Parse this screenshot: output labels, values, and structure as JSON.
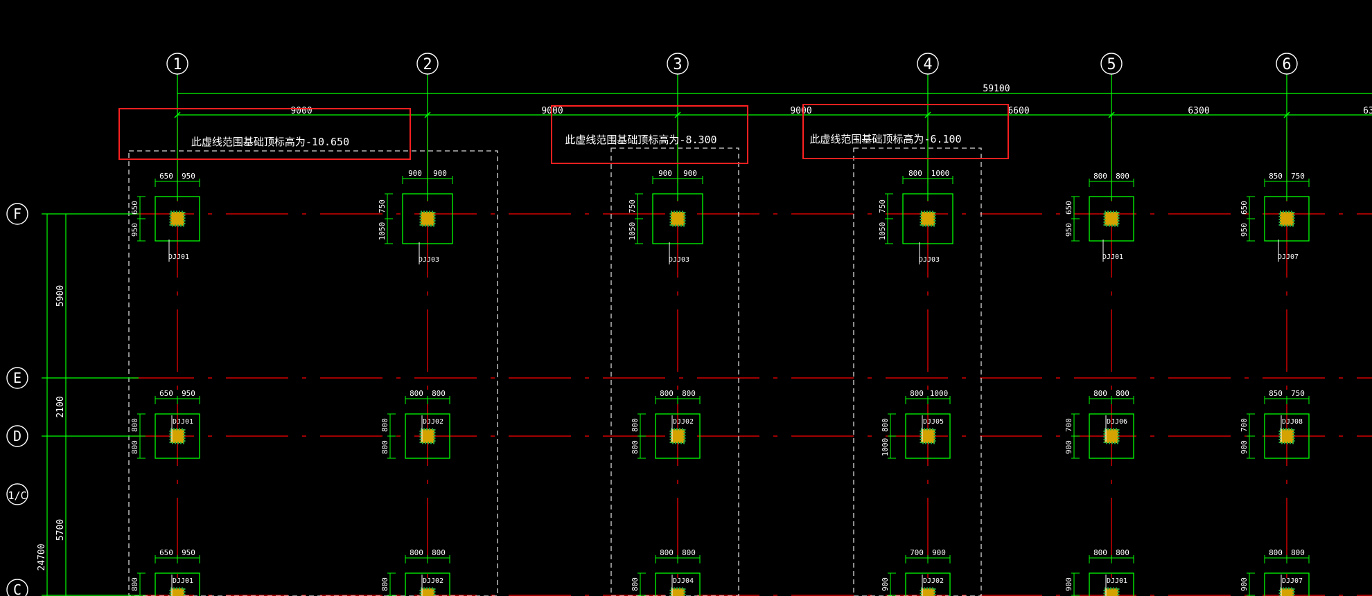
{
  "drawing": {
    "colors": {
      "background": "#000000",
      "axis_line": "#ff0000",
      "dimension": "#00ff00",
      "highlight_box": "#ff2020",
      "dashed_zone": "#d9d9d9",
      "text": "#ffffff",
      "footing_fill_a": "#d4a300",
      "footing_fill_b": "#22aa44"
    },
    "column_grids": [
      {
        "label": "1"
      },
      {
        "label": "2"
      },
      {
        "label": "3"
      },
      {
        "label": "4"
      },
      {
        "label": "5"
      },
      {
        "label": "6"
      }
    ],
    "row_grids": [
      {
        "label": "F"
      },
      {
        "label": "E"
      },
      {
        "label": "D"
      },
      {
        "label": "1/C"
      },
      {
        "label": "C"
      }
    ],
    "top_dims": {
      "overall": "59100",
      "bays": [
        "9000",
        "9000",
        "9000",
        "6600",
        "6300",
        "63"
      ]
    },
    "left_dims": {
      "bays": [
        "5900",
        "2100",
        "5700"
      ],
      "overall": "24700"
    },
    "zone_notes": [
      {
        "text": "此虚线范围基础顶标高为-10.650"
      },
      {
        "text": "此虚线范围基础顶标高为-8.300"
      },
      {
        "text": "此虚线范围基础顶标高为-6.100"
      }
    ],
    "footings": [
      {
        "id": "f-1F",
        "tag": "DJJ01",
        "top": [
          "650",
          "950"
        ],
        "side": [
          "650",
          "950"
        ]
      },
      {
        "id": "f-2F",
        "tag": "DJJ03",
        "top": [
          "900",
          "900"
        ],
        "side": [
          "750",
          "1050"
        ]
      },
      {
        "id": "f-3F",
        "tag": "DJJ03",
        "top": [
          "900",
          "900"
        ],
        "side": [
          "750",
          "1050"
        ]
      },
      {
        "id": "f-4F",
        "tag": "DJJ03",
        "top": [
          "800",
          "1000"
        ],
        "side": [
          "750",
          "1050"
        ]
      },
      {
        "id": "f-5F",
        "tag": "DJJ01",
        "top": [
          "800",
          "800"
        ],
        "side": [
          "650",
          "950"
        ]
      },
      {
        "id": "f-6F",
        "tag": "DJJ07",
        "top": [
          "850",
          "750"
        ],
        "side": [
          "650",
          "950"
        ]
      },
      {
        "id": "f-1D",
        "tag": "DJJ01",
        "top": [
          "650",
          "950"
        ],
        "side": [
          "800",
          "800"
        ]
      },
      {
        "id": "f-2D",
        "tag": "DJJ02",
        "top": [
          "800",
          "800"
        ],
        "side": [
          "800",
          "800"
        ]
      },
      {
        "id": "f-3D",
        "tag": "DJJ02",
        "top": [
          "800",
          "800"
        ],
        "side": [
          "800",
          "800"
        ]
      },
      {
        "id": "f-4D",
        "tag": "DJJ05",
        "top": [
          "800",
          "1000"
        ],
        "side": [
          "800",
          "1000"
        ]
      },
      {
        "id": "f-5D",
        "tag": "DJJ06",
        "top": [
          "800",
          "800"
        ],
        "side": [
          "700",
          "900"
        ]
      },
      {
        "id": "f-6D",
        "tag": "DJJ08",
        "top": [
          "850",
          "750"
        ],
        "side": [
          "700",
          "900"
        ]
      },
      {
        "id": "f-1C",
        "tag": "DJJ01",
        "top": [
          "650",
          "950"
        ],
        "side": [
          "800",
          ""
        ]
      },
      {
        "id": "f-2C",
        "tag": "DJJ02",
        "top": [
          "800",
          "800"
        ],
        "side": [
          "800",
          ""
        ]
      },
      {
        "id": "f-3C",
        "tag": "DJJ04",
        "top": [
          "800",
          "800"
        ],
        "side": [
          "800",
          ""
        ]
      },
      {
        "id": "f-4C",
        "tag": "DJJ02",
        "top": [
          "700",
          "900"
        ],
        "side": [
          "900",
          ""
        ]
      },
      {
        "id": "f-5C",
        "tag": "DJJ01",
        "top": [
          "800",
          "800"
        ],
        "side": [
          "900",
          ""
        ]
      },
      {
        "id": "f-6C",
        "tag": "DJJ07",
        "top": [
          "800",
          "800"
        ],
        "side": [
          "900",
          ""
        ]
      }
    ]
  }
}
